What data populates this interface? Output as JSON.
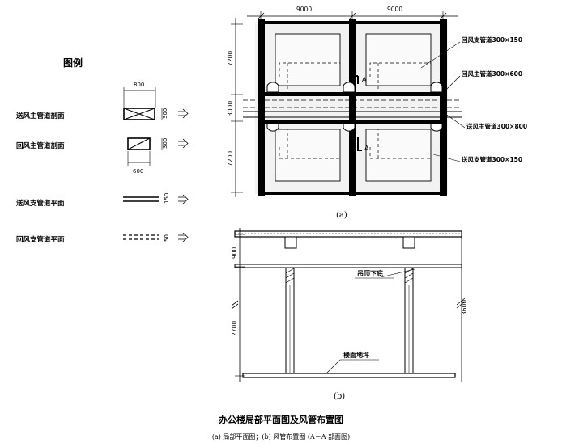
{
  "legend": {
    "title": "图例",
    "dim_width_top": "800",
    "dim_width_bottom": "600",
    "dim_h1": "300",
    "dim_h2": "300",
    "dim_h3": "150",
    "dim_h4": "50",
    "items": [
      "送风主管道剖面",
      "回风主管道剖面",
      "送风支管道平面",
      "回风支管道平面"
    ]
  },
  "plan_a": {
    "dim_top_left": "9000",
    "dim_top_right": "9000",
    "dim_left_1": "7200",
    "dim_left_2": "3000",
    "dim_left_3": "7200",
    "callouts": [
      "回风支管道300×150",
      "回风主管道300×600",
      "送风主管道300×800",
      "送风支管道300×150"
    ],
    "section_mark_top": "A",
    "section_mark_bottom": "A",
    "caption": "(a)"
  },
  "section_b": {
    "dim_900": "900",
    "dim_2700": "2700",
    "dim_3600": "3600",
    "label_ceiling": "吊顶下底",
    "label_floor": "楼面地坪",
    "caption": "(b)"
  },
  "figure": {
    "title": "办公楼局部平面图及风管布置图",
    "subtitle": "(a) 局部平面图；(b) 风管布置图 (A－A 部面图)"
  }
}
